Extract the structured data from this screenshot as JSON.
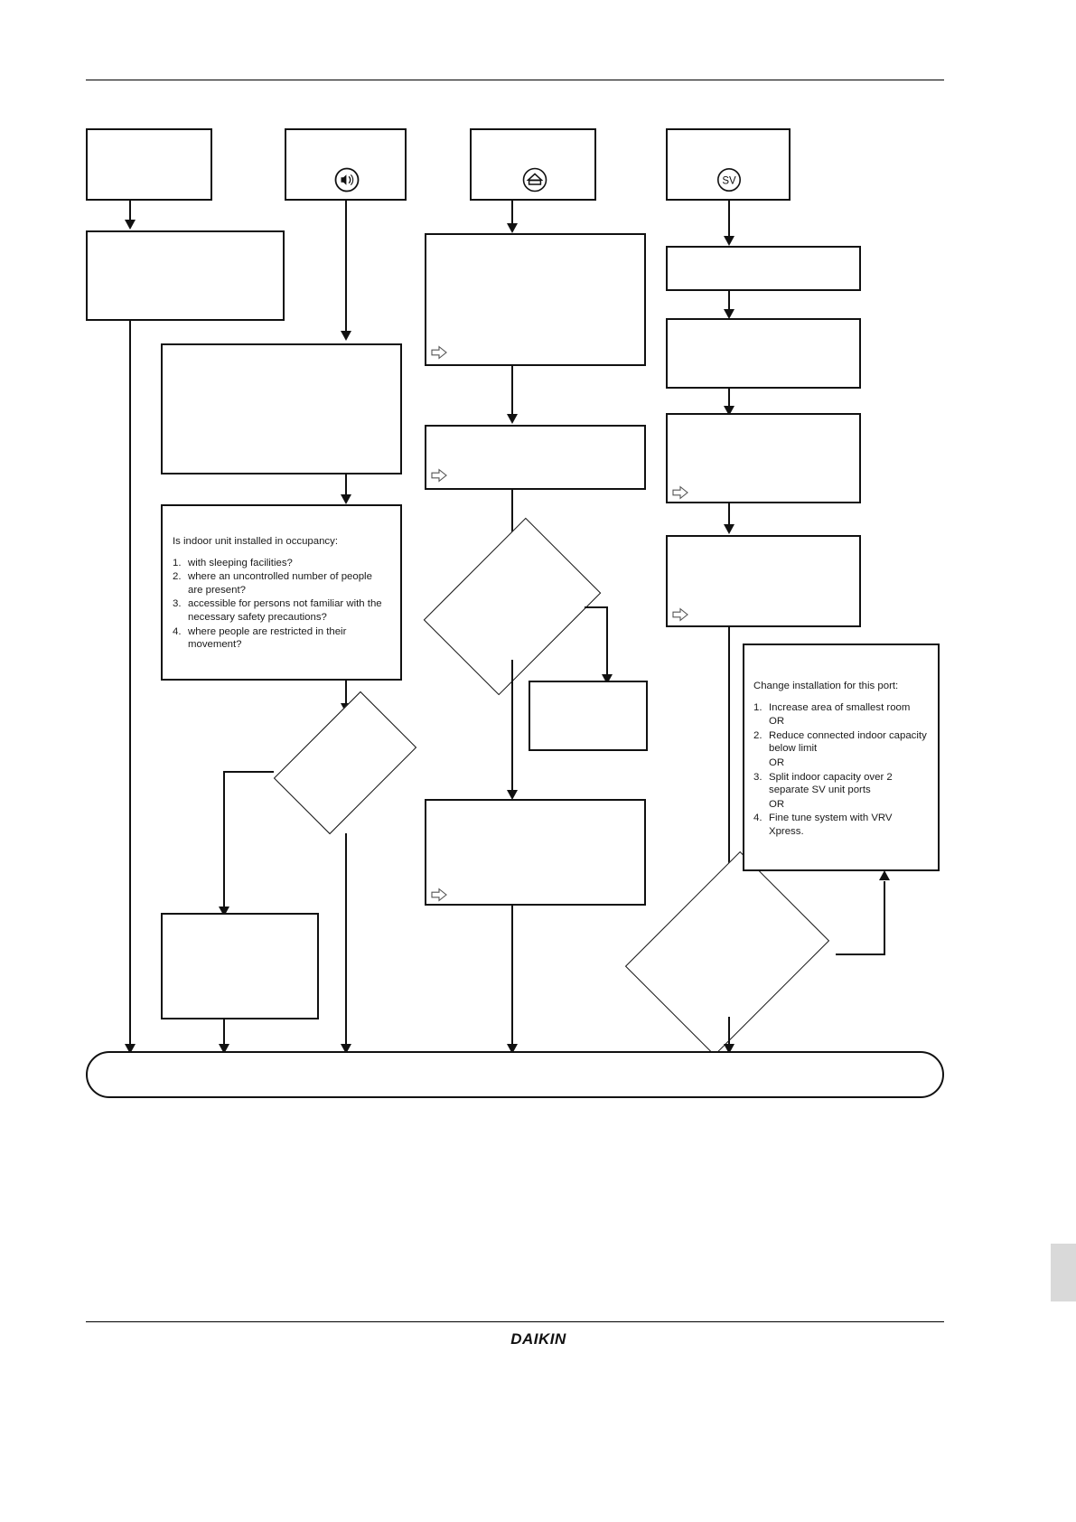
{
  "document": {
    "brand": "DAIKIN",
    "footer_logo_text": "DAIKIN"
  },
  "diagram": {
    "type": "flowchart",
    "title": "",
    "icon_nodes": [
      {
        "id": "node-sound",
        "icon": "speaker-sound-icon",
        "label": ""
      },
      {
        "id": "node-ventilation",
        "icon": "ventilation-icon",
        "label": ""
      },
      {
        "id": "node-sv",
        "icon": "sv-circle-icon",
        "label": "SV"
      }
    ],
    "text_nodes": {
      "occupancy_check": {
        "lead": "Is indoor unit installed in occupancy:",
        "items": [
          {
            "num": "1.",
            "body": "with sleeping facilities?"
          },
          {
            "num": "2.",
            "body": "where an uncontrolled number of people are present?"
          },
          {
            "num": "3.",
            "body": "accessible for persons not familiar with the necessary safety precautions?"
          },
          {
            "num": "4.",
            "body": "where  people are restricted in their movement?"
          }
        ]
      },
      "change_installation": {
        "lead": "Change installation for this port:",
        "items": [
          {
            "num": "1.",
            "body": "Increase area of smallest room"
          },
          {
            "num": "",
            "body": "OR"
          },
          {
            "num": "2.",
            "body": "Reduce connected indoor capacity below limit"
          },
          {
            "num": "",
            "body": "OR"
          },
          {
            "num": "3.",
            "body": "Split indoor capacity over 2 separate SV unit ports"
          },
          {
            "num": "",
            "body": "OR"
          },
          {
            "num": "4.",
            "body": "Fine tune system with VRV Xpress."
          }
        ]
      }
    },
    "blank_nodes": [
      {
        "id": "box-a1",
        "label": ""
      },
      {
        "id": "box-a2",
        "label": ""
      },
      {
        "id": "box-b2",
        "label": ""
      },
      {
        "id": "box-c1",
        "label": ""
      },
      {
        "id": "box-c2",
        "label": ""
      },
      {
        "id": "box-c3",
        "label": ""
      },
      {
        "id": "box-d1",
        "label": ""
      },
      {
        "id": "box-d2",
        "label": ""
      },
      {
        "id": "box-d3",
        "label": ""
      },
      {
        "id": "box-d4",
        "label": ""
      },
      {
        "id": "box-e1",
        "label": ""
      },
      {
        "id": "box-e2",
        "label": ""
      }
    ],
    "decision_nodes": [
      {
        "id": "decision-left",
        "label": ""
      },
      {
        "id": "decision-mid",
        "label": ""
      },
      {
        "id": "decision-right",
        "label": ""
      }
    ],
    "terminal": {
      "id": "terminal-end",
      "label": ""
    },
    "note_markers": 5,
    "colors": {
      "stroke": "#111111",
      "fill": "#ffffff",
      "page_tab": "#d9d9d9"
    }
  }
}
